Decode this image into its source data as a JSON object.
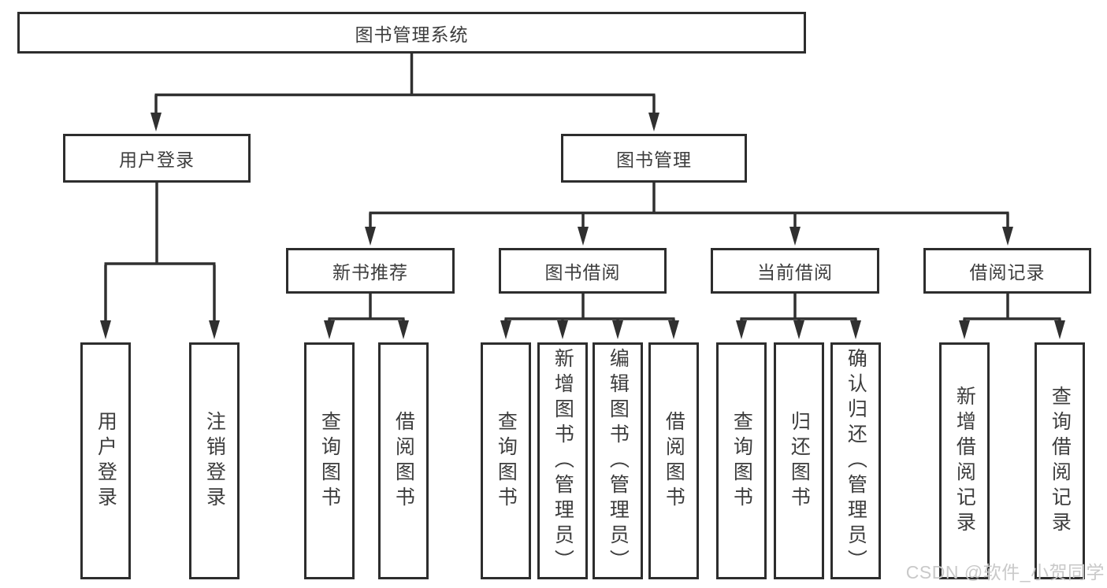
{
  "diagram_title": "图书管理系统",
  "colors": {
    "line": "#303030",
    "border": "#2d2d2d",
    "text": "#3d3d3d",
    "watermark": "#c9c9c9",
    "bg": "#ffffff"
  },
  "tree": {
    "root": "图书管理系统",
    "level2": [
      {
        "label": "用户登录",
        "children": [
          "用户登录",
          "注销登录"
        ]
      },
      {
        "label": "图书管理",
        "children": [
          {
            "label": "新书推荐",
            "children": [
              "查询图书",
              "借阅图书"
            ]
          },
          {
            "label": "图书借阅",
            "children": [
              "查询图书",
              "新增图书（管理员）",
              "编辑图书（管理员）",
              "借阅图书"
            ]
          },
          {
            "label": "当前借阅",
            "children": [
              "查询图书",
              "归还图书",
              "确认归还（管理员）"
            ]
          },
          {
            "label": "借阅记录",
            "children": [
              "新增借阅记录",
              "查询借阅记录"
            ]
          }
        ]
      }
    ]
  },
  "watermark": "CSDN @软件_小贺同学"
}
